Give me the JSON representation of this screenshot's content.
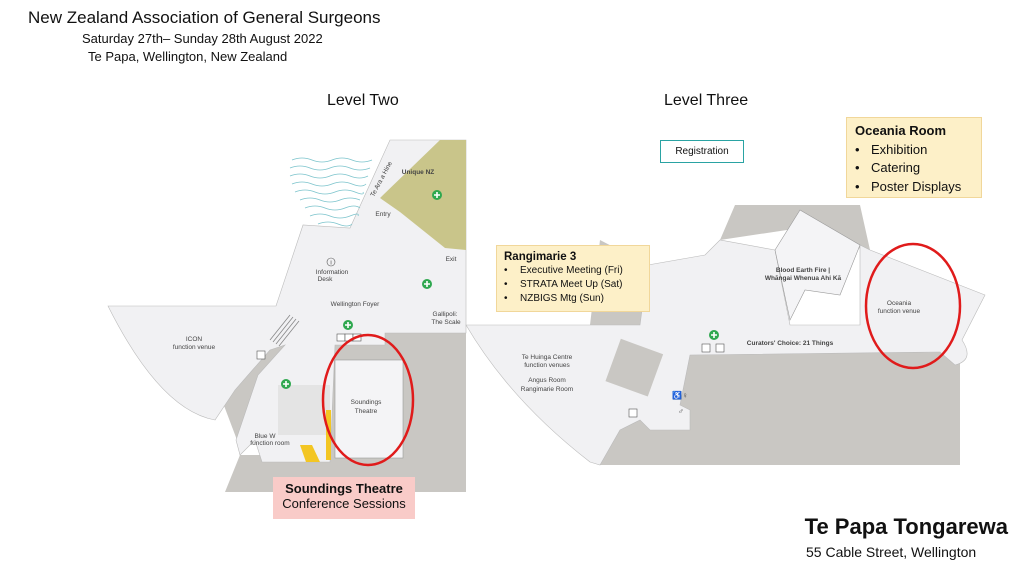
{
  "header": {
    "title": "New Zealand Association of General Surgeons",
    "dates": "Saturday 27th– Sunday 28th August 2022",
    "location": "Te Papa, Wellington, New Zealand"
  },
  "levels": {
    "two": "Level Two",
    "three": "Level Three"
  },
  "map_labels_level_two": {
    "te_ara_a_hine": "Te Ara a Hine",
    "unique_nz": "Unique NZ",
    "entry": "Entry",
    "exit": "Exit",
    "info_desk_1": "Information",
    "info_desk_2": "Desk",
    "wellington_foyer": "Wellington Foyer",
    "gallipoli_1": "Gallipoli:",
    "gallipoli_2": "The Scale",
    "icon_1": "ICON",
    "icon_2": "function venue",
    "soundings_1": "Soundings",
    "soundings_2": "Theatre",
    "blue_1": "Blue W",
    "blue_2": "function room"
  },
  "map_labels_level_three": {
    "blood_1": "Blood Earth Fire |",
    "blood_2": "Whāngai Whenua Ahi Kā",
    "oceania_1": "Oceania",
    "oceania_2": "function venue",
    "curators": "Curators' Choice: 21 Things",
    "huinga_1": "Te Huinga Centre",
    "huinga_2": "function venues",
    "angus": "Angus Room",
    "rangimarie": "Rangimarie Room"
  },
  "callouts": {
    "registration": "Registration",
    "oceania": {
      "title": "Oceania Room",
      "items": [
        "Exhibition",
        "Catering",
        "Poster Displays"
      ]
    },
    "rangimarie": {
      "title": "Rangimarie 3",
      "items": [
        "Executive Meeting (Fri)",
        "STRATA Meet Up (Sat)",
        "NZBIGS Mtg (Sun)"
      ]
    },
    "soundings": {
      "title": "Soundings Theatre",
      "subtitle": "Conference Sessions"
    }
  },
  "venue": {
    "name": "Te Papa Tongarewa",
    "address": "55 Cable Street, Wellington"
  },
  "colors": {
    "floor": "#f1f1f3",
    "wall": "#c9c7c3",
    "olive": "#c9c58a",
    "highlight_ring": "#e01b1b",
    "callout_yellow": "#fdf0c8",
    "callout_pink": "#f9cbc8",
    "registration_border": "#2aa3a3",
    "first_aid": "#2fa84f"
  }
}
